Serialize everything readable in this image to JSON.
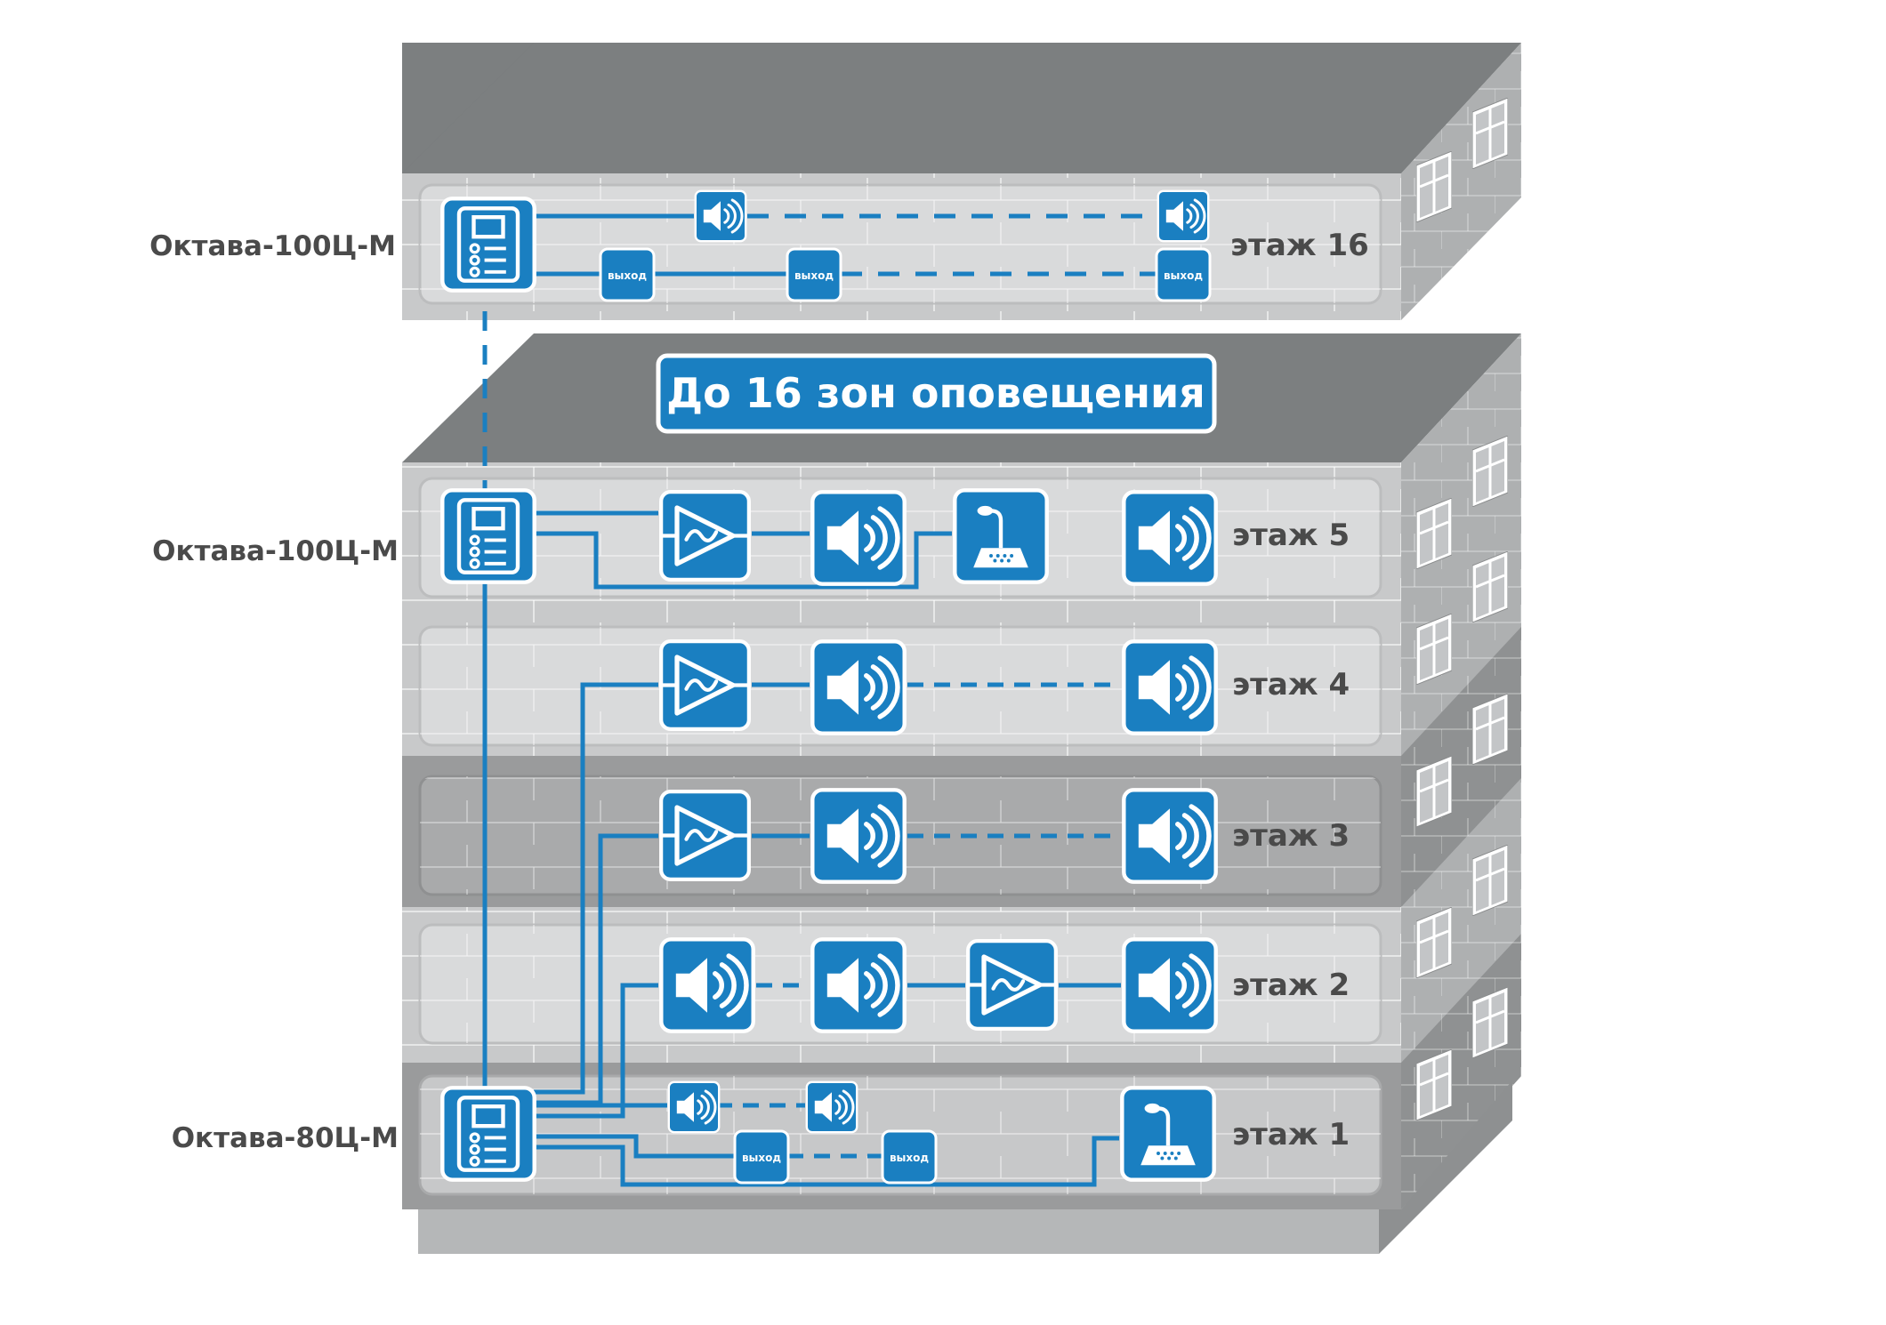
{
  "banner": {
    "text": "До 16 зон оповещения"
  },
  "floor_labels": {
    "f16": "этаж 16",
    "f5": "этаж 5",
    "f4": "этаж 4",
    "f3": "этаж 3",
    "f2": "этаж 2",
    "f1": "этаж 1"
  },
  "device_labels": {
    "f16": "Октава-100Ц-М",
    "f5": "Октава-100Ц-М",
    "f1": "Октава-80Ц-М"
  },
  "output_label": "выход",
  "colors": {
    "accent_blue": "#1a7fc1",
    "roof_gray": "#7c7f80",
    "wall_light": "#d7d8d9",
    "wall_dark": "#9a9b9c",
    "label_gray": "#4a4a4a"
  },
  "icons": [
    "controller-icon",
    "speaker-icon",
    "amplifier-icon",
    "microphone-console-icon",
    "output-module-icon",
    "window-icon"
  ]
}
